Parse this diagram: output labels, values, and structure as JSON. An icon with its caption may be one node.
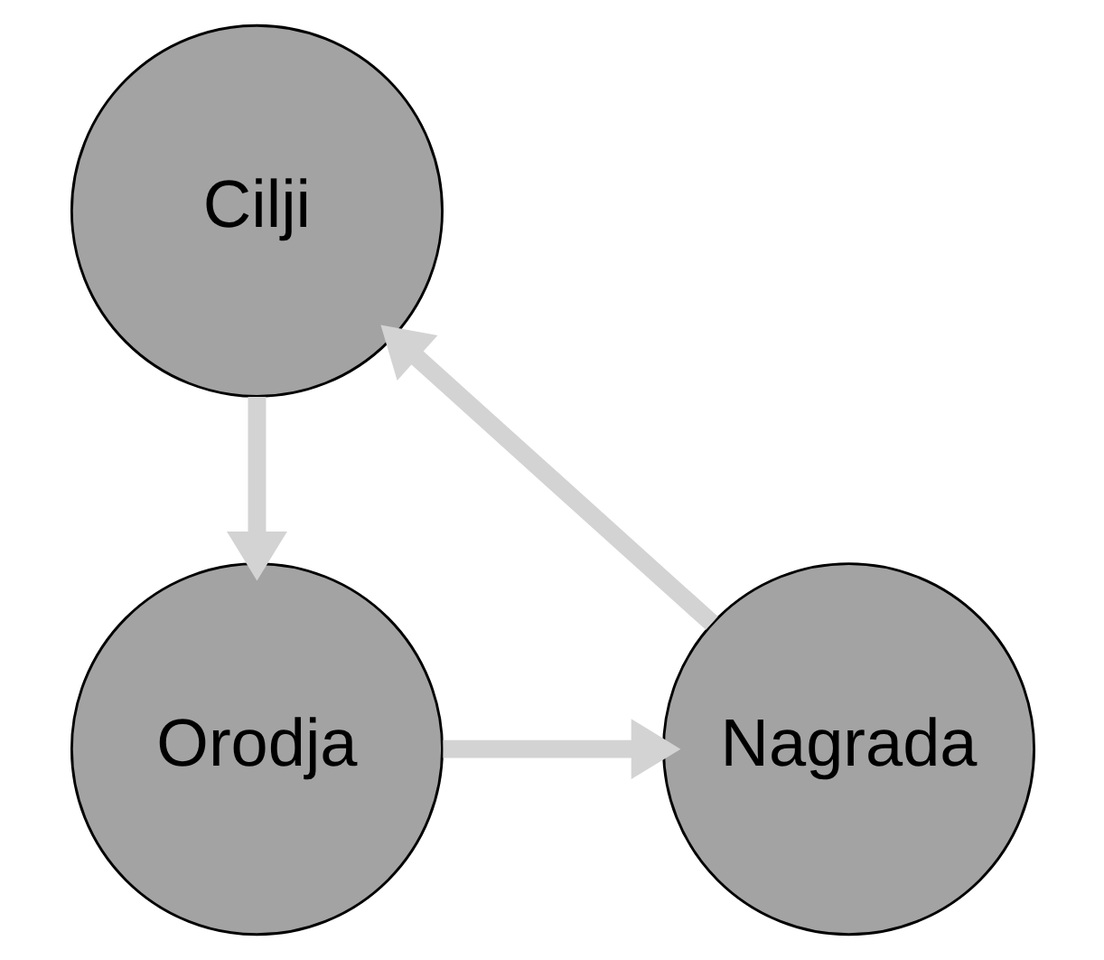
{
  "diagram": {
    "nodes": [
      {
        "text": [
          "Cilji"
        ]
      },
      {
        "text": [
          "Nagrada"
        ]
      },
      {
        "text": [
          "Orodja"
        ]
      }
    ],
    "edges": [
      {
        "from": 0,
        "to": 2,
        "arrow": "to"
      },
      {
        "from": 2,
        "to": 1,
        "arrow": "to"
      },
      {
        "from": 1,
        "to": 0,
        "arrow": "to"
      }
    ]
  }
}
